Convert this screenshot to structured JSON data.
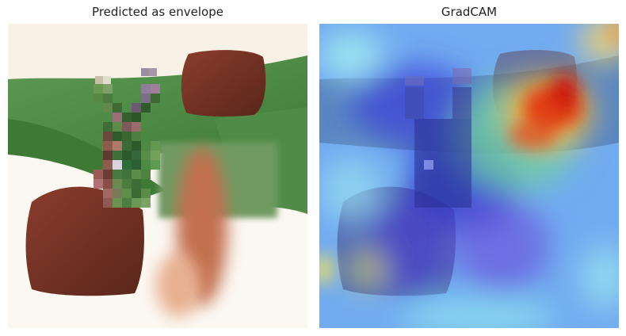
{
  "panels": [
    {
      "title": "Predicted as envelope",
      "kind": "original-image"
    },
    {
      "title": "GradCAM",
      "kind": "gradcam-heatmap-overlay"
    }
  ],
  "colors": {
    "background": "#ffffff",
    "leaf": "#4a8f45",
    "wood": "#6b2f22",
    "heat_high": "#d4150e",
    "heat_low": "#5a5ae8"
  }
}
